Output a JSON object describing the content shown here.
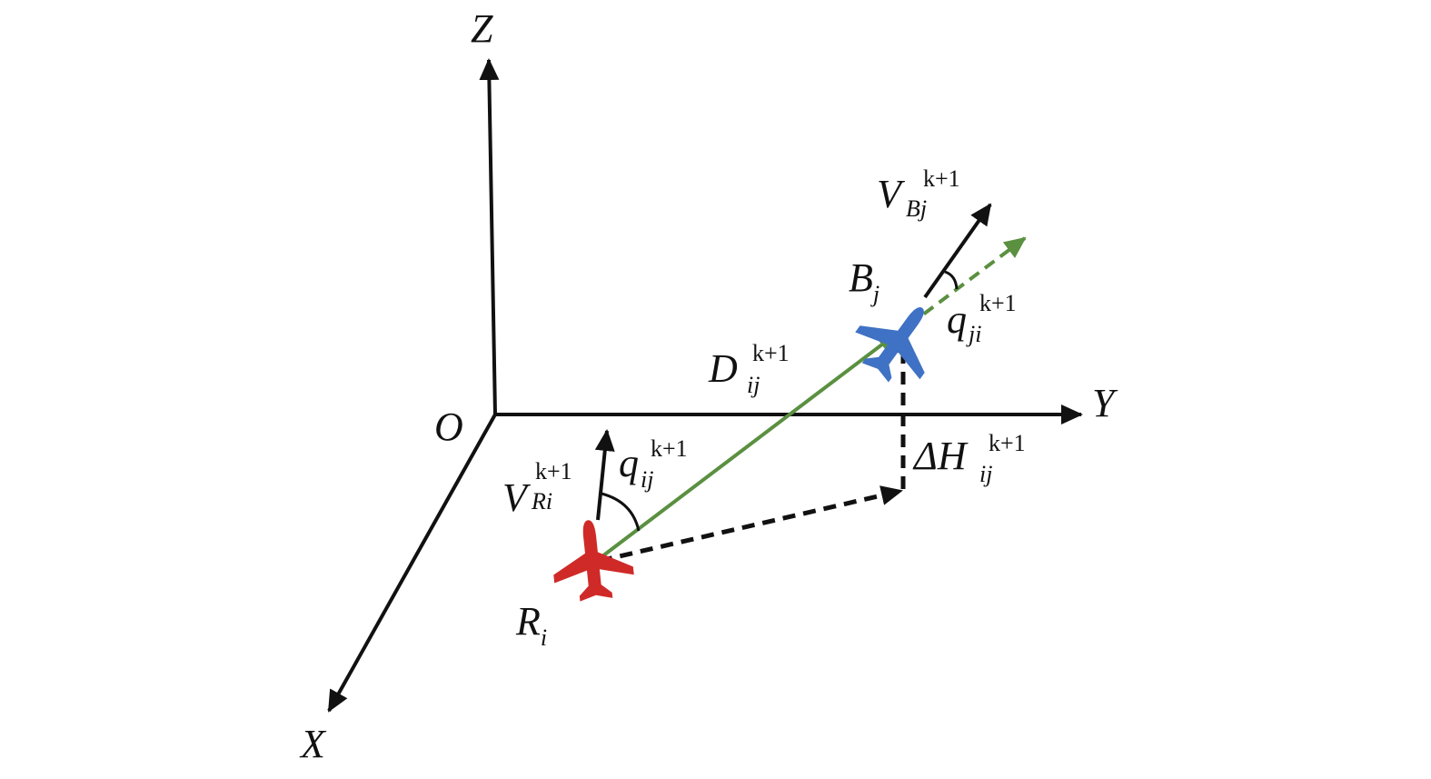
{
  "colors": {
    "axis": "#111111",
    "los": "#5a9040",
    "red_aircraft": "#cf2a28",
    "blue_aircraft": "#3f72c4"
  },
  "axes": {
    "origin": "O",
    "x": "X",
    "y": "Y",
    "z": "Z"
  },
  "labels": {
    "R": {
      "base": "R",
      "sub": "i"
    },
    "B": {
      "base": "B",
      "sub": "j"
    },
    "VR": {
      "base": "V",
      "sub": "Ri",
      "sup": "k+1"
    },
    "VB": {
      "base": "V",
      "sub": "Bj",
      "sup": "k+1"
    },
    "D": {
      "base": "D",
      "sub": "ij",
      "sup": "k+1"
    },
    "qij": {
      "base": "q",
      "sub": "ij",
      "sup": "k+1"
    },
    "qji": {
      "base": "q",
      "sub": "ji",
      "sup": "k+1"
    },
    "dH": {
      "base": "ΔH",
      "sub": "ij",
      "sup": "k+1"
    }
  },
  "icons": {
    "red": "airplane-icon",
    "blue": "airplane-icon"
  }
}
